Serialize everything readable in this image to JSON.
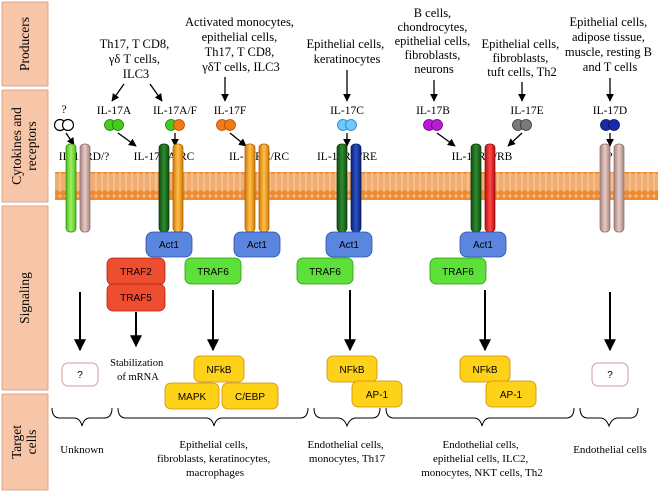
{
  "side_labels": {
    "producers": "Producers",
    "cytokines": [
      "Cytokines and",
      "receptors"
    ],
    "signaling": "Signaling",
    "target": [
      "Target",
      "cells"
    ]
  },
  "producers": {
    "p1": [
      "Th17, T CD8,",
      "γδ T cells,",
      "ILC3"
    ],
    "p2": [
      "Activated monocytes,",
      "epithelial cells,",
      "Th17, T CD8,",
      "γδT cells, ILC3"
    ],
    "p3": [
      "Epithelial cells,",
      "keratinocytes"
    ],
    "p4": [
      "B cells,",
      "chondrocytes,",
      "epithelial cells,",
      "fibroblasts,",
      "neurons"
    ],
    "p5": [
      "Epithelial cells,",
      "fibroblasts,",
      "tuft cells, Th2"
    ],
    "p6": [
      "Epithelial cells,",
      "adipose tissue,",
      "muscle, resting B",
      "and T cells"
    ]
  },
  "cytokines": {
    "unknown": "?",
    "il17a": "IL-17A",
    "il17af": "IL-17A/F",
    "il17f": "IL-17F",
    "il17c": "IL-17C",
    "il17b": "IL-17B",
    "il17e": "IL-17E",
    "il17d": "IL-17D"
  },
  "receptors": {
    "rd": "IL-17RD/?",
    "rarc": "IL-17RA/RC",
    "rcrc": "IL-17RC/RC",
    "rare": "IL-17RA/RE",
    "rarb": "IL-17RA/RB",
    "unknown": "?"
  },
  "signaling": {
    "act1": "Act1",
    "traf2": "TRAF2",
    "traf5": "TRAF5",
    "traf6": "TRAF6",
    "stabilization": [
      "Stabilization",
      "of mRNA"
    ],
    "nfkb": "NFkB",
    "mapk": "MAPK",
    "cebp": "C/EBP",
    "ap1": "AP-1",
    "unknown": "?"
  },
  "targets": {
    "t1": "Unknown",
    "t2": [
      "Epithelial cells,",
      "fibroblasts, keratinocytes,",
      "macrophages"
    ],
    "t3": [
      "Endothelial cells,",
      "monocytes, Th17"
    ],
    "t4": [
      "Endothelial cells,",
      "epithelial cells, ILC2,",
      "monocytes, NKT cells, Th2"
    ],
    "t5": "Endothelial cells"
  },
  "colors": {
    "sidebar": "#f7c6a8",
    "membrane": "#f39a4a",
    "green_chain": "#1e6b1e",
    "orange_chain": "#f29a1f",
    "navy_chain": "#16309a",
    "red_chain": "#e01c1c",
    "grey_chain": "#c9a6a0",
    "act1": "#5b86e0",
    "traf6": "#5ee03a",
    "traf2": "#ee4d2f",
    "nfkb": "#ffd21a"
  }
}
